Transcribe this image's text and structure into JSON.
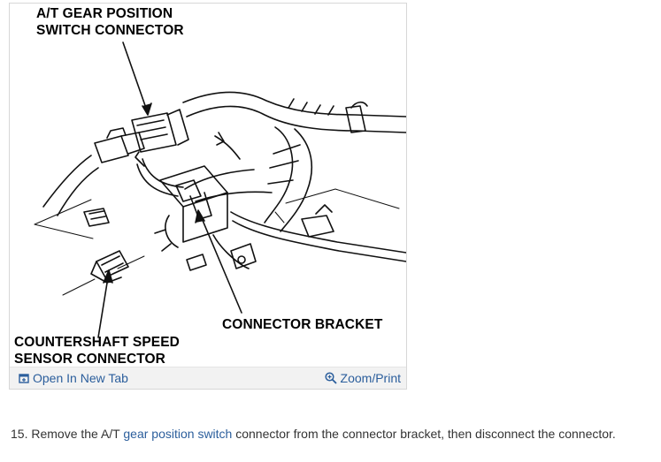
{
  "figure": {
    "callouts": {
      "gear_position_line1": "A/T GEAR POSITION",
      "gear_position_line2": "SWITCH CONNECTOR",
      "connector_bracket": "CONNECTOR BRACKET",
      "countershaft_line1": "COUNTERSHAFT SPEED",
      "countershaft_line2": "SENSOR CONNECTOR"
    },
    "footer": {
      "open_tab_label": "Open In New Tab",
      "zoom_print_label": "Zoom/Print"
    }
  },
  "step": {
    "number": "15.",
    "text_before": "Remove the A/T",
    "link_text": "gear position switch",
    "text_after": "connector from the connector bracket, then disconnect the connector."
  },
  "colors": {
    "link": "#2b5e9c",
    "text": "#333333",
    "footer_bg": "#f2f2f2"
  },
  "icons": {
    "open_tab": "open-new-tab-icon",
    "zoom": "magnifier-plus-icon"
  }
}
